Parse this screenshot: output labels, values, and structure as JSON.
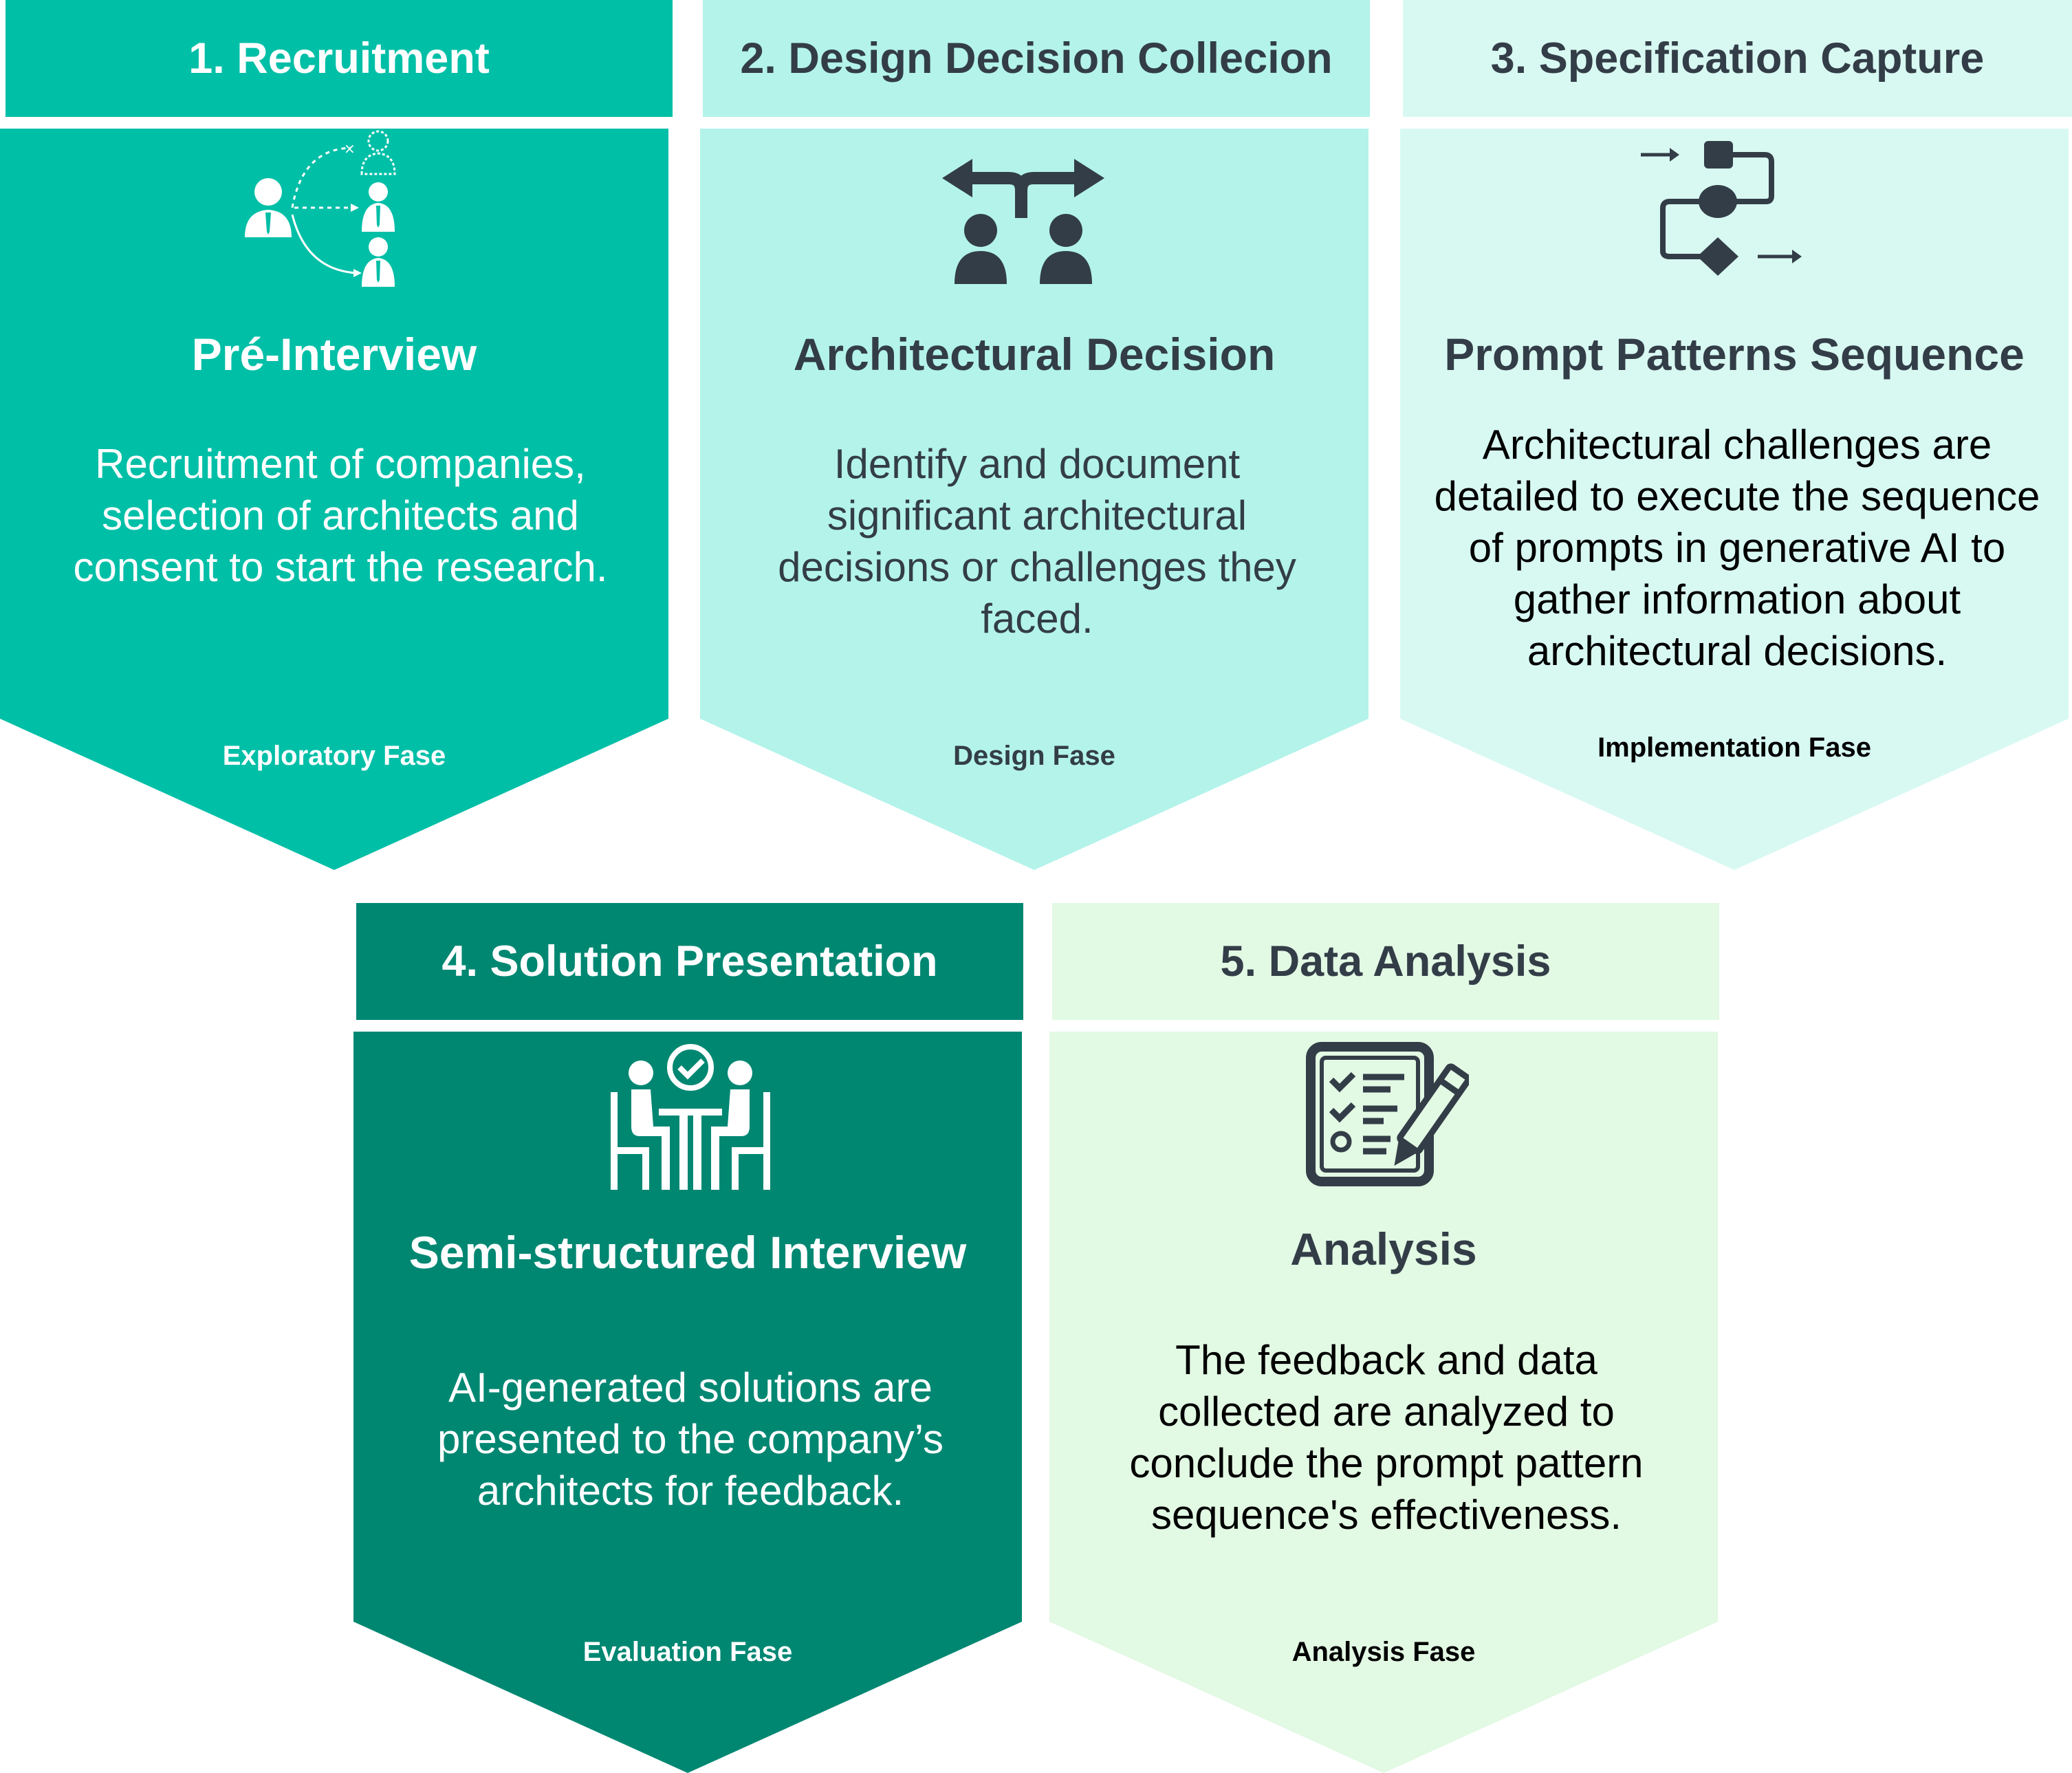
{
  "colors": {
    "step1": "#00bfa7",
    "step2": "#b3f3ea",
    "step3": "#d8f9f2",
    "step4": "#008772",
    "step5": "#e2f9e4",
    "dark_text": "#333d47"
  },
  "steps": [
    {
      "header": "1. Recruitment",
      "icon": "recruitment-people-icon",
      "title": "Pré-Interview",
      "description": "Recruitment of companies, selection of architects and consent to start the research.",
      "phase": "Exploratory Fase"
    },
    {
      "header": "2. Design Decision Collecion",
      "icon": "decision-arrows-people-icon",
      "title": "Architectural Decision",
      "description": "Identify and document significant architectural decisions or challenges they faced.",
      "phase": "Design Fase"
    },
    {
      "header": "3. Specification Capture",
      "icon": "flowchart-icon",
      "title": "Prompt Patterns Sequence",
      "description": "Architectural challenges are detailed to execute the sequence of prompts in generative AI to gather information about architectural decisions.",
      "phase": "Implementation Fase"
    },
    {
      "header": "4. Solution Presentation",
      "icon": "meeting-table-icon",
      "title": "Semi-structured Interview",
      "description": "AI-generated solutions are presented to the company’s architects for feedback.",
      "phase": "Evaluation Fase"
    },
    {
      "header": "5. Data Analysis",
      "icon": "checklist-pencil-icon",
      "title": "Analysis",
      "description": "The feedback and data collected are analyzed to conclude the prompt pattern sequence's effectiveness.",
      "phase": "Analysis Fase"
    }
  ]
}
